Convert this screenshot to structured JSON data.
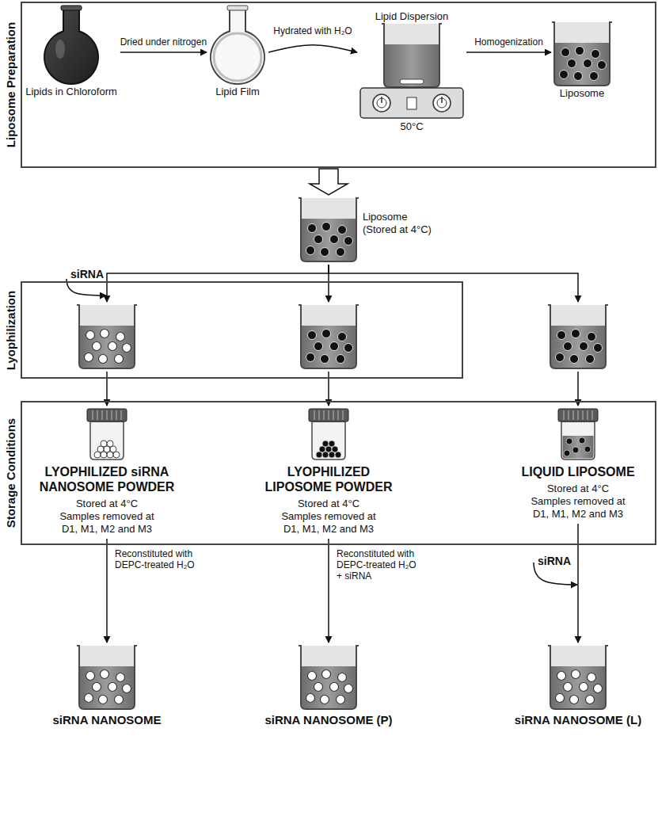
{
  "diagram": {
    "nodes": [
      {
        "text": [
          "Liposome Preparation"
        ]
      },
      {
        "text": [
          "Lipids in Chloroform"
        ],
        "in": 0
      },
      {
        "text": [
          "Lipid Film"
        ],
        "in": 0
      },
      {
        "text": [
          "Lipid Dispersion",
          "50°C"
        ],
        "in": 0
      },
      {
        "text": [
          "Liposome"
        ],
        "in": 0
      },
      {
        "text": [
          "Liposome (Stored at 4°C)"
        ]
      },
      {
        "text": [
          "Lyophilization"
        ]
      },
      {
        "text": [],
        "in": 6
      },
      {
        "text": [],
        "in": 6
      },
      {
        "text": []
      },
      {
        "text": [
          "Storage Conditions"
        ]
      },
      {
        "text": [
          "LYOPHILIZED siRNA NANOSOME POWDER",
          "Stored at 4°C Samples removed at D1, M1, M2 and M3"
        ],
        "in": 10
      },
      {
        "text": [
          "LYOPHILIZED LIPOSOME POWDER",
          "Stored at 4°C Samples removed at D1, M1, M2 and M3"
        ],
        "in": 10
      },
      {
        "text": [
          "LIQUID LIPOSOME",
          "Stored at 4°C Samples removed at D1, M1, M2 and M3"
        ],
        "in": 10
      },
      {
        "text": [
          "siRNA NANOSOME"
        ]
      },
      {
        "text": [
          "siRNA NANOSOME (P)"
        ]
      },
      {
        "text": [
          "siRNA NANOSOME (L)"
        ]
      }
    ],
    "edges": [
      {
        "from": 1,
        "to": 2,
        "label": "Dried under nitrogen",
        "arrow": "to"
      },
      {
        "from": 2,
        "to": 3,
        "label": "Hydrated with H₂O",
        "arrow": "to"
      },
      {
        "from": 3,
        "to": 4,
        "label": "Homogenization",
        "arrow": "to"
      },
      {
        "from": 0,
        "to": 5,
        "arrow": "to"
      },
      {
        "from": 5,
        "to": 7,
        "arrow": "to"
      },
      {
        "from": 5,
        "to": 8,
        "arrow": "to"
      },
      {
        "from": 5,
        "to": 9,
        "arrow": "to"
      },
      {
        "from": 7,
        "to": 11,
        "arrow": "to"
      },
      {
        "from": 8,
        "to": 12,
        "arrow": "to"
      },
      {
        "from": 9,
        "to": 13,
        "arrow": "to"
      },
      {
        "from": 11,
        "to": 14,
        "label": "Reconstituted with DEPC-treated H₂O",
        "arrow": "to"
      },
      {
        "from": 12,
        "to": 15,
        "label": "Reconstituted with DEPC-treated H₂O + siRNA",
        "arrow": "to"
      },
      {
        "from": 13,
        "to": 16,
        "arrow": "to"
      }
    ],
    "labels": [
      "siRNA",
      "siRNA"
    ]
  }
}
